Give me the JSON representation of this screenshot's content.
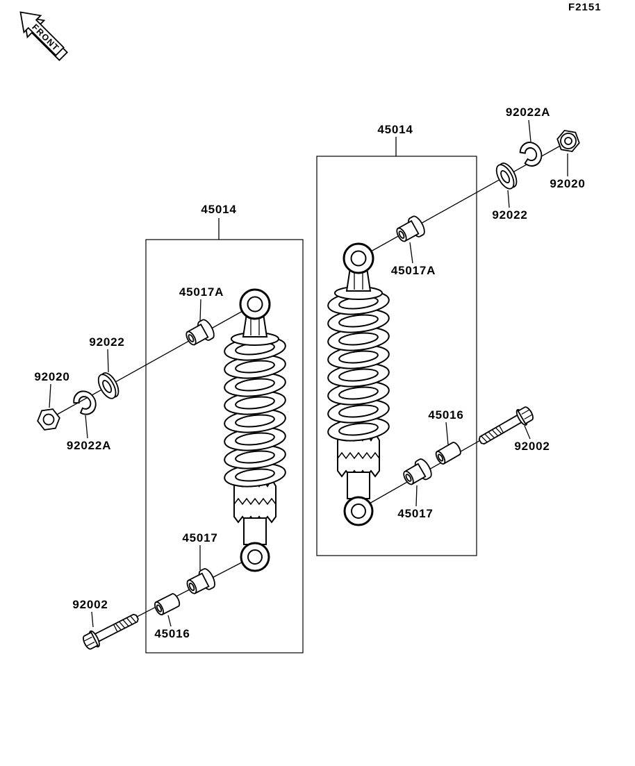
{
  "figure_code": "F2151",
  "front_marker": "FRONT",
  "labels": [
    {
      "unit": "right",
      "text": "45014"
    },
    {
      "unit": "right",
      "text": "92022A"
    },
    {
      "unit": "right",
      "text": "92020"
    },
    {
      "unit": "right",
      "text": "92022"
    },
    {
      "unit": "right",
      "text": "45017A"
    },
    {
      "unit": "right",
      "text": "45016"
    },
    {
      "unit": "right",
      "text": "92002"
    },
    {
      "unit": "right",
      "text": "45017"
    },
    {
      "unit": "left",
      "text": "45014"
    },
    {
      "unit": "left",
      "text": "45017A"
    },
    {
      "unit": "left",
      "text": "92022"
    },
    {
      "unit": "left",
      "text": "92020"
    },
    {
      "unit": "left",
      "text": "92022A"
    },
    {
      "unit": "left",
      "text": "45017"
    },
    {
      "unit": "left",
      "text": "92002"
    },
    {
      "unit": "left",
      "text": "45016"
    }
  ]
}
